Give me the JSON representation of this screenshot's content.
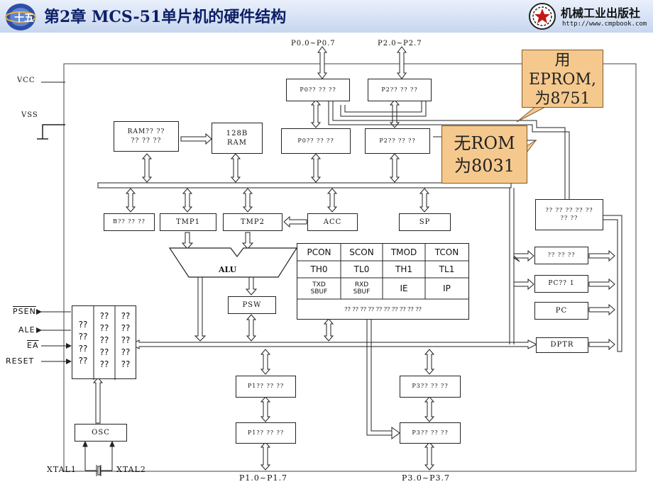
{
  "header": {
    "title": "第2章  MCS-51单片机的硬件结构",
    "publisher": "机械工业出版社",
    "publisher_url": "http://www.cmpbook.com"
  },
  "ports": {
    "p0_pins": "P0.0~P0.7",
    "p2_pins": "P2.0~P2.7",
    "p1_pins": "P1.0~P1.7",
    "p3_pins": "P3.0~P3.7"
  },
  "power": {
    "vcc": "VCC",
    "vss": "VSS"
  },
  "blocks": {
    "p0_driver": "P0?? ?? ??",
    "p2_driver": "P2?? ?? ??",
    "p0_latch": "P0?? ?? ??",
    "p2_latch": "P2?? ?? ??",
    "ram_addr_line1": "RAM?? ??",
    "ram_addr_line2": "?? ?? ??",
    "ram_line1": "128B",
    "ram_line2": "RAM",
    "b_reg": "B?? ?? ??",
    "tmp1": "TMP1",
    "tmp2": "TMP2",
    "acc": "ACC",
    "sp": "SP",
    "alu": "ALU",
    "psw": "PSW",
    "right_top_line1": "?? ?? ?? ?? ??",
    "right_top_line2": "?? ??",
    "right_mid": "?? ?? ??",
    "pc_inc": "PC?? 1",
    "pc": "PC",
    "dptr": "DPTR",
    "p1_latch": "P1?? ?? ??",
    "p1_driver": "P1?? ?? ??",
    "p3_latch": "P3?? ?? ??",
    "p3_driver": "P3?? ?? ??",
    "osc": "OSC"
  },
  "sfr": {
    "row1": [
      "PCON",
      "SCON",
      "TMOD",
      "TCON"
    ],
    "row2": [
      "TH0",
      "TL0",
      "TH1",
      "TL1"
    ],
    "row3": [
      "TXD\nSBUF",
      "RXD\nSBUF",
      "IE",
      "IP"
    ],
    "footer": "?? ?? ?? ?? ?? ?? ?? ?? ?? ??"
  },
  "control_pins": {
    "psen": "PSEN",
    "ale": "ALE",
    "ea": "EA",
    "reset": "RESET",
    "q": "??"
  },
  "clock": {
    "xtal1": "XTAL1",
    "xtal2": "XTAL2"
  },
  "callouts": {
    "eprom": "用\nEPROM,\n为8751",
    "rom": "无ROM\n为8031"
  }
}
